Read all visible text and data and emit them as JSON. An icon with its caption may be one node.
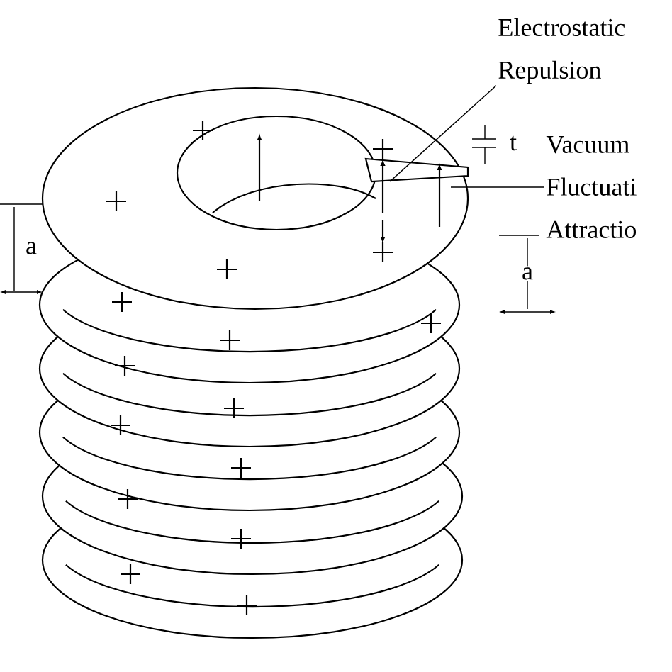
{
  "diagram": {
    "nodes": [
      {
        "text": [
          "Electrostatic Repulsion"
        ]
      },
      {
        "text": [
          "Vacuum Fluctuati Attractio"
        ]
      }
    ],
    "edges": [
      {
        "from": 0,
        "to": null,
        "arrow": "none"
      },
      {
        "from": 1,
        "to": null,
        "arrow": "none"
      }
    ],
    "labels": [
      "t",
      "a",
      "a"
    ]
  }
}
